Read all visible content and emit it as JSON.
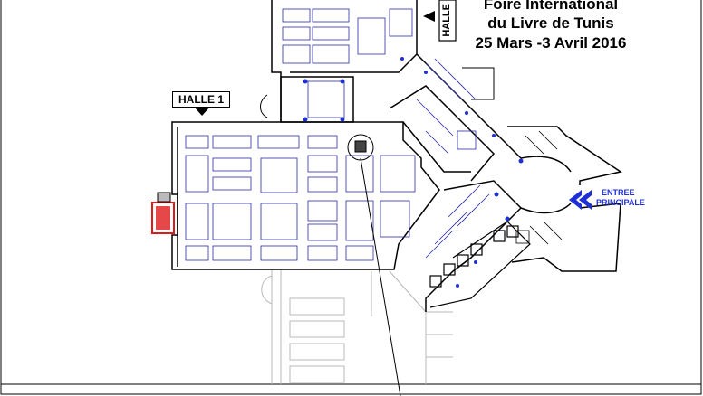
{
  "title": {
    "line1": "Foire  International",
    "line2": "du Livre de Tunis",
    "line3": "25 Mars -3 Avril 2016"
  },
  "halls": {
    "hall1": "HALLE 1",
    "hall_top": "HALLE"
  },
  "entrance": {
    "line1": "ENTREE",
    "line2": "PRINCIPALE"
  },
  "colors": {
    "walls": "#000000",
    "booth_lines": "#2a2aa8",
    "markers": "#1f2fd6",
    "highlight": "#e0191b",
    "faded": "#b8b8b8"
  },
  "icons": {
    "entrance_arrow": "double-chevron-left-icon"
  }
}
